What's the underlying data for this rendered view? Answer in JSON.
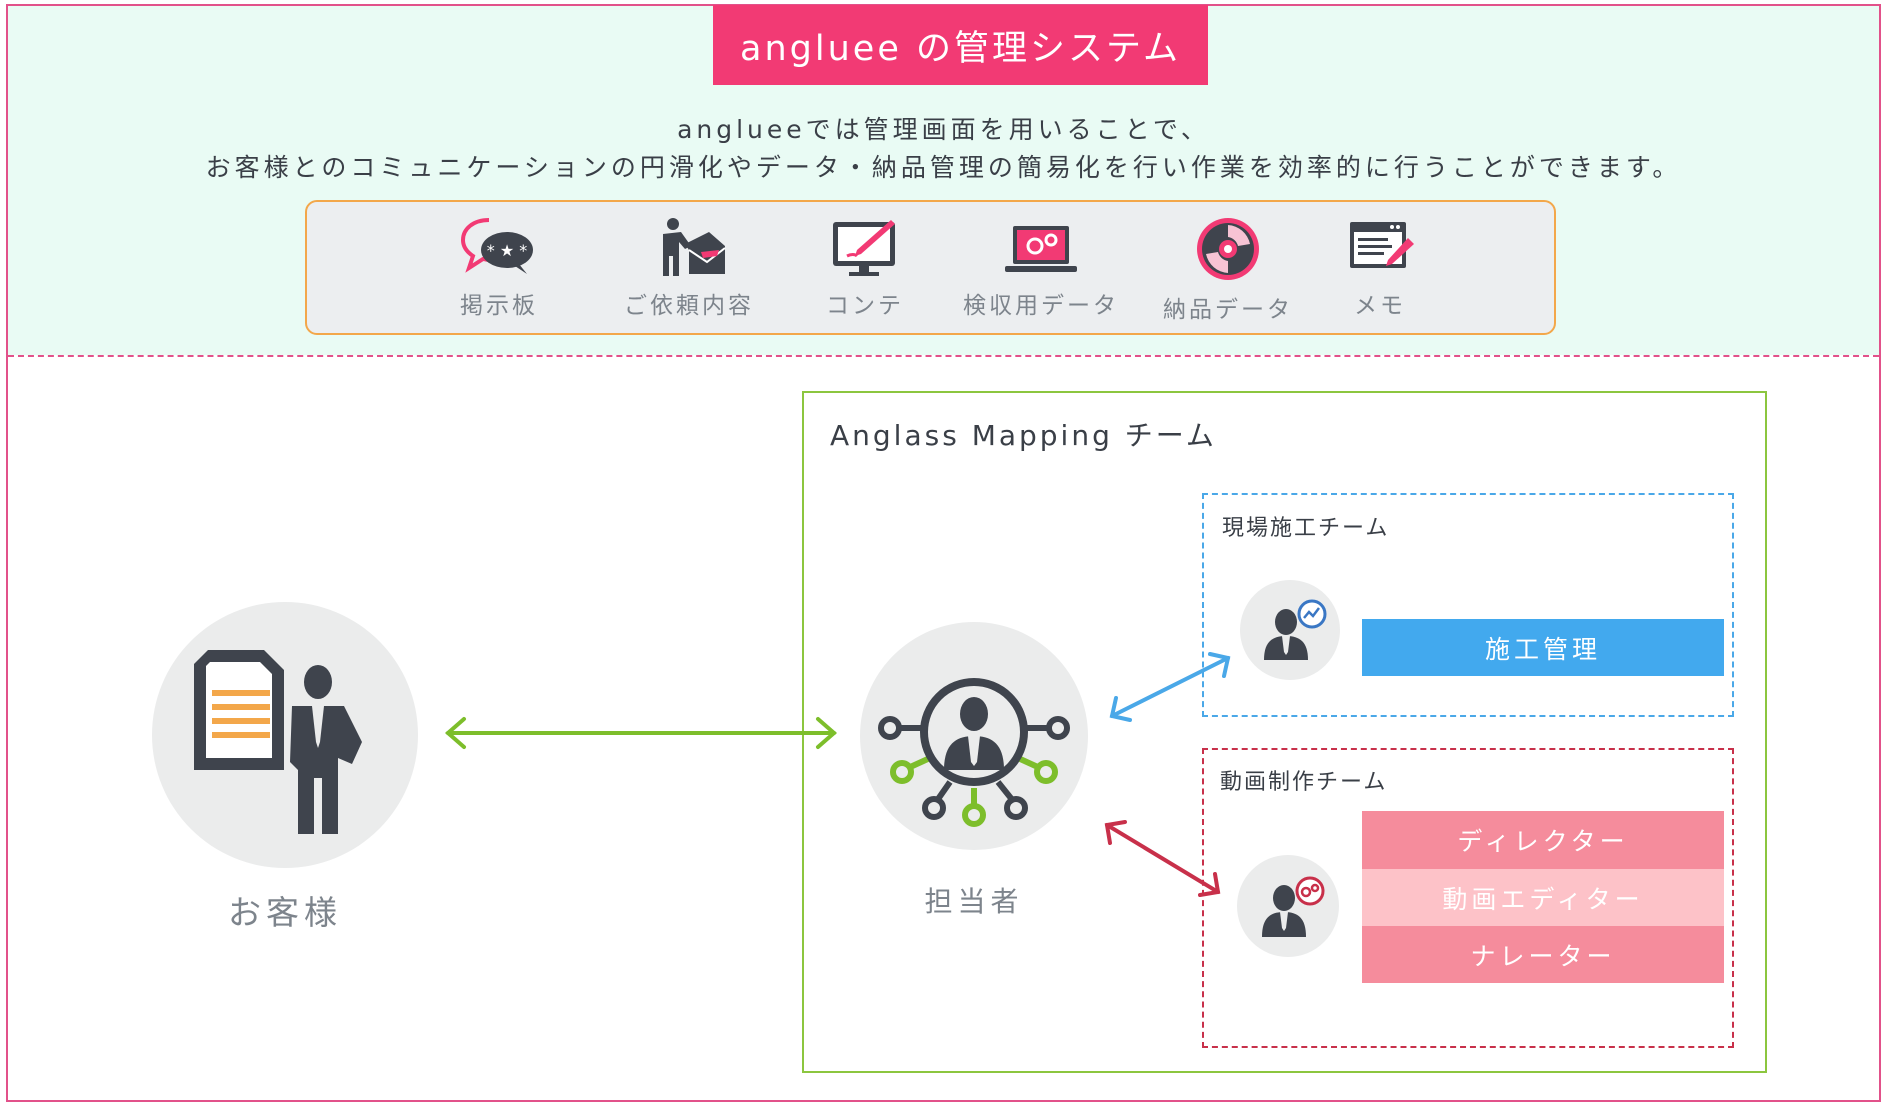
{
  "header": {
    "title": "angluee の管理システム",
    "description_line1": "anglueeでは管理画面を用いることで、",
    "description_line2": "お客様とのコミュニケーションの円滑化やデータ・納品管理の簡易化を行い作業を効率的に行うことができます。"
  },
  "features": [
    {
      "label": "掲示板",
      "icon": "chat-bubble-icon"
    },
    {
      "label": "ご依頼内容",
      "icon": "person-envelope-icon"
    },
    {
      "label": "コンテ",
      "icon": "monitor-brush-icon"
    },
    {
      "label": "検収用データ",
      "icon": "laptop-gear-icon"
    },
    {
      "label": "納品データ",
      "icon": "disc-icon"
    },
    {
      "label": "メモ",
      "icon": "notepad-pen-icon"
    }
  ],
  "customer": {
    "label": "お客様",
    "icon": "businessman-document-icon"
  },
  "manager": {
    "label": "担当者",
    "icon": "network-person-icon"
  },
  "team": {
    "title": "Anglass Mapping チーム",
    "site_team": {
      "title": "現場施工チーム",
      "roles": [
        "施工管理"
      ],
      "icon": "worker-chart-icon"
    },
    "video_team": {
      "title": "動画制作チーム",
      "roles": [
        "ディレクター",
        "動画エディター",
        "ナレーター"
      ],
      "icon": "worker-gear-icon"
    }
  },
  "colors": {
    "accent_pink": "#f23a74",
    "frame_pink": "#e2518a",
    "green": "#7dbe2b",
    "blue": "#4aa8e8",
    "red": "#c8304a",
    "dark_icon": "#3f444d",
    "orange": "#f3a74a",
    "background_mint": "#e9fbf4"
  }
}
